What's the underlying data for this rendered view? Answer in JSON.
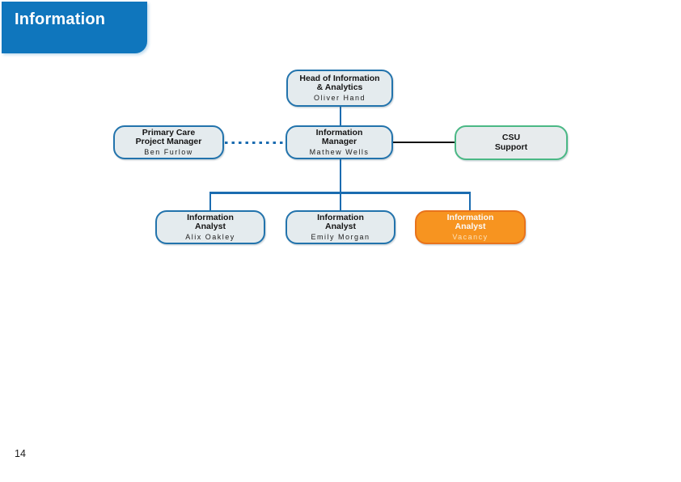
{
  "slide": {
    "header": {
      "title": "Information"
    },
    "page_number": "14"
  },
  "org_chart": {
    "head": {
      "title_line1": "Head of Information",
      "title_line2": "& Analytics",
      "person": "Oliver Hand"
    },
    "primary_care_pm": {
      "title_line1": "Primary Care",
      "title_line2": "Project Manager",
      "person": "Ben Furlow"
    },
    "information_manager": {
      "title_line1": "Information",
      "title_line2": "Manager",
      "person": "Mathew Wells"
    },
    "csu_support": {
      "title_line1": "CSU",
      "title_line2": "Support"
    },
    "analyst_1": {
      "title_line1": "Information",
      "title_line2": "Analyst",
      "person": "Alix Oakley"
    },
    "analyst_2": {
      "title_line1": "Information",
      "title_line2": "Analyst",
      "person": "Emily Morgan"
    },
    "analyst_3": {
      "title_line1": "Information",
      "title_line2": "Analyst",
      "person": "Vacancy"
    }
  },
  "colors": {
    "header_blue": "#0f76bd",
    "node_border_blue": "#2273ac",
    "node_fill": "#e4ebee",
    "csu_border_green": "#4ab885",
    "vacancy_fill": "#f79420",
    "vacancy_border": "#e8731c",
    "connector_blue": "#1b6cb0",
    "connector_black": "#101010"
  }
}
